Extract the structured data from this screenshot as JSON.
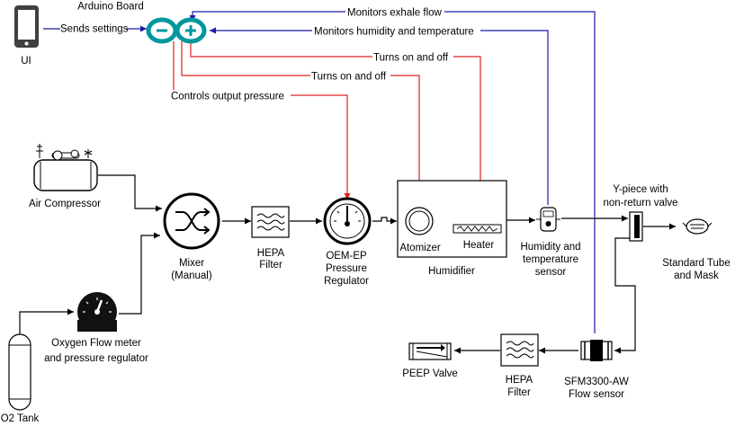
{
  "nodes": {
    "ui": "UI",
    "arduino": "Arduino Board",
    "air_compressor": "Air Compressor",
    "o2_tank": "O2 Tank",
    "oxygen_meter_1": "Oxygen Flow meter",
    "oxygen_meter_2": "and pressure regulator",
    "mixer_1": "Mixer",
    "mixer_2": "(Manual)",
    "hepa1_1": "HEPA",
    "hepa1_2": "Filter",
    "regulator_1": "OEM-EP",
    "regulator_2": "Pressure",
    "regulator_3": "Regulator",
    "atomizer": "Atomizer",
    "heater": "Heater",
    "humidifier": "Humidifier",
    "hts_1": "Humidity and",
    "hts_2": "temperature",
    "hts_3": "sensor",
    "ypiece_1": "Y-piece with",
    "ypiece_2": "non-return valve",
    "mask_1": "Standard Tube",
    "mask_2": "and Mask",
    "sfm_1": "SFM3300-AW",
    "sfm_2": "Flow sensor",
    "hepa2_1": "HEPA",
    "hepa2_2": "Filter",
    "peep": "PEEP Valve"
  },
  "edges": {
    "sends_settings": "Sends settings",
    "monitors_exhale": "Monitors exhale flow",
    "monitors_humidity": "Monitors humidity and temperature",
    "turns_on_off_1": "Turns on and off",
    "turns_on_off_2": "Turns on and off",
    "controls_pressure": "Controls output pressure"
  },
  "colors": {
    "control_line": "#e02020",
    "monitor_line": "#1a1aa6",
    "flow_line": "#000000",
    "arduino": "#00979c"
  }
}
